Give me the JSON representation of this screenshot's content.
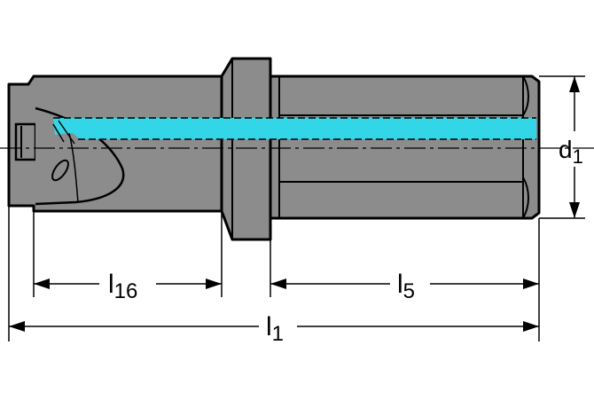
{
  "colors": {
    "background": "#ffffff",
    "body_fill": "#8c8c8c",
    "outline": "#000000",
    "coolant": "#33d6e6",
    "centerline": "#000000"
  },
  "dimensions": {
    "l16": {
      "main": "l",
      "sub": "16"
    },
    "l5": {
      "main": "l",
      "sub": "5"
    },
    "l1": {
      "main": "l",
      "sub": "1"
    },
    "d1": {
      "main": "d",
      "sub": "1"
    }
  }
}
